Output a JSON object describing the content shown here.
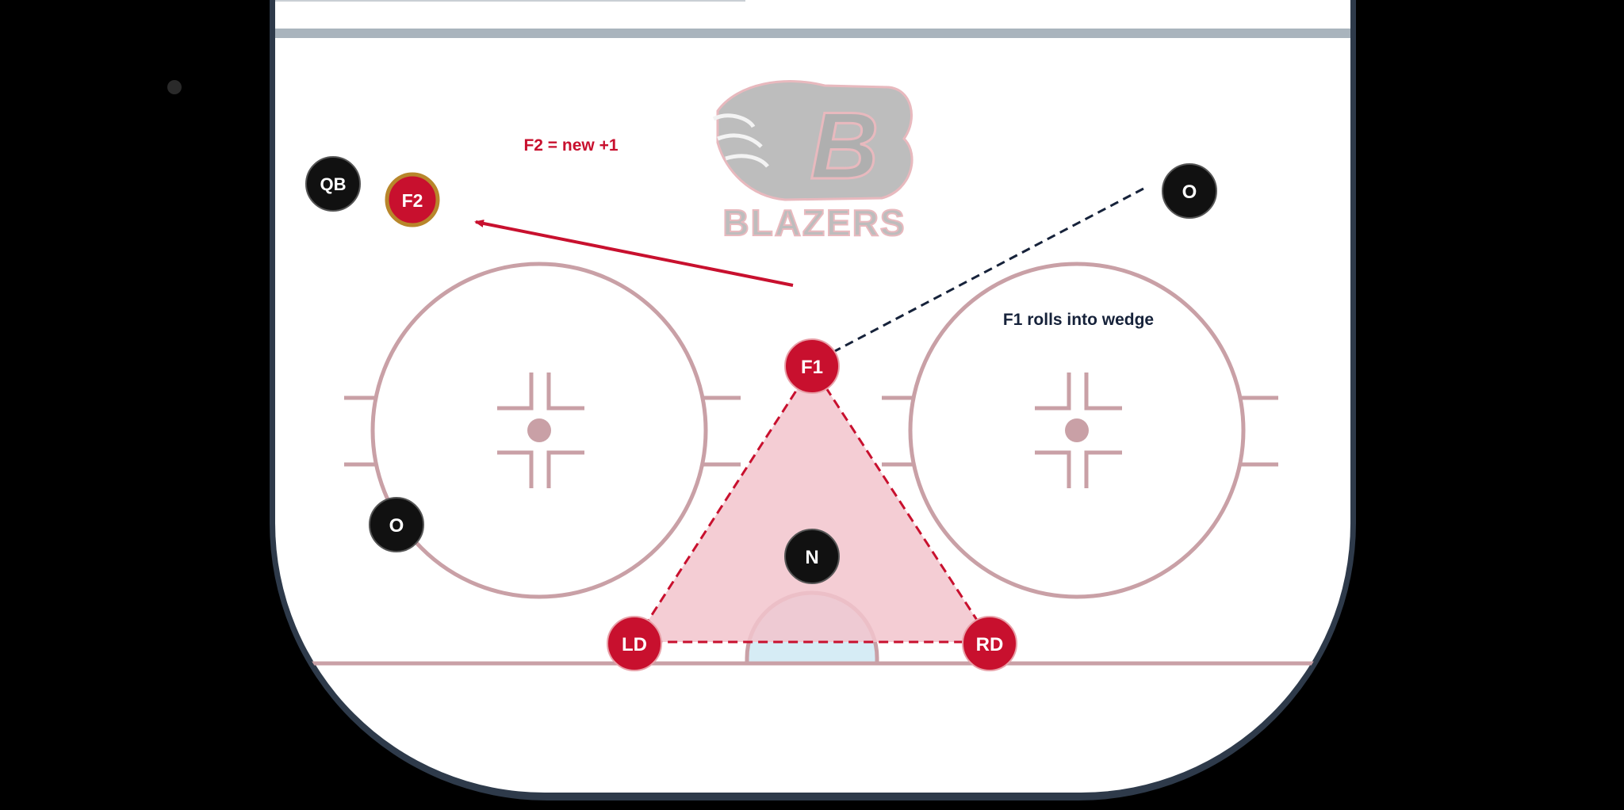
{
  "diagram": {
    "logo": {
      "text": "BLAZERS",
      "letter": "B"
    },
    "annotations": {
      "f2_note": "F2 = new +1",
      "f1_note": "F1 rolls into wedge"
    },
    "players": {
      "qb": "QB",
      "f2": "F2",
      "f1": "F1",
      "ld": "LD",
      "rd": "RD",
      "n": "N",
      "o_top_right": "O",
      "o_left": "O"
    },
    "colors": {
      "team": "#C8102E",
      "opponent": "#111111",
      "rink_line": "#C9A0A6",
      "board": "#2E3A4A",
      "wedge_fill": "#F2C4CC",
      "crease": "#D6ECF5"
    }
  }
}
